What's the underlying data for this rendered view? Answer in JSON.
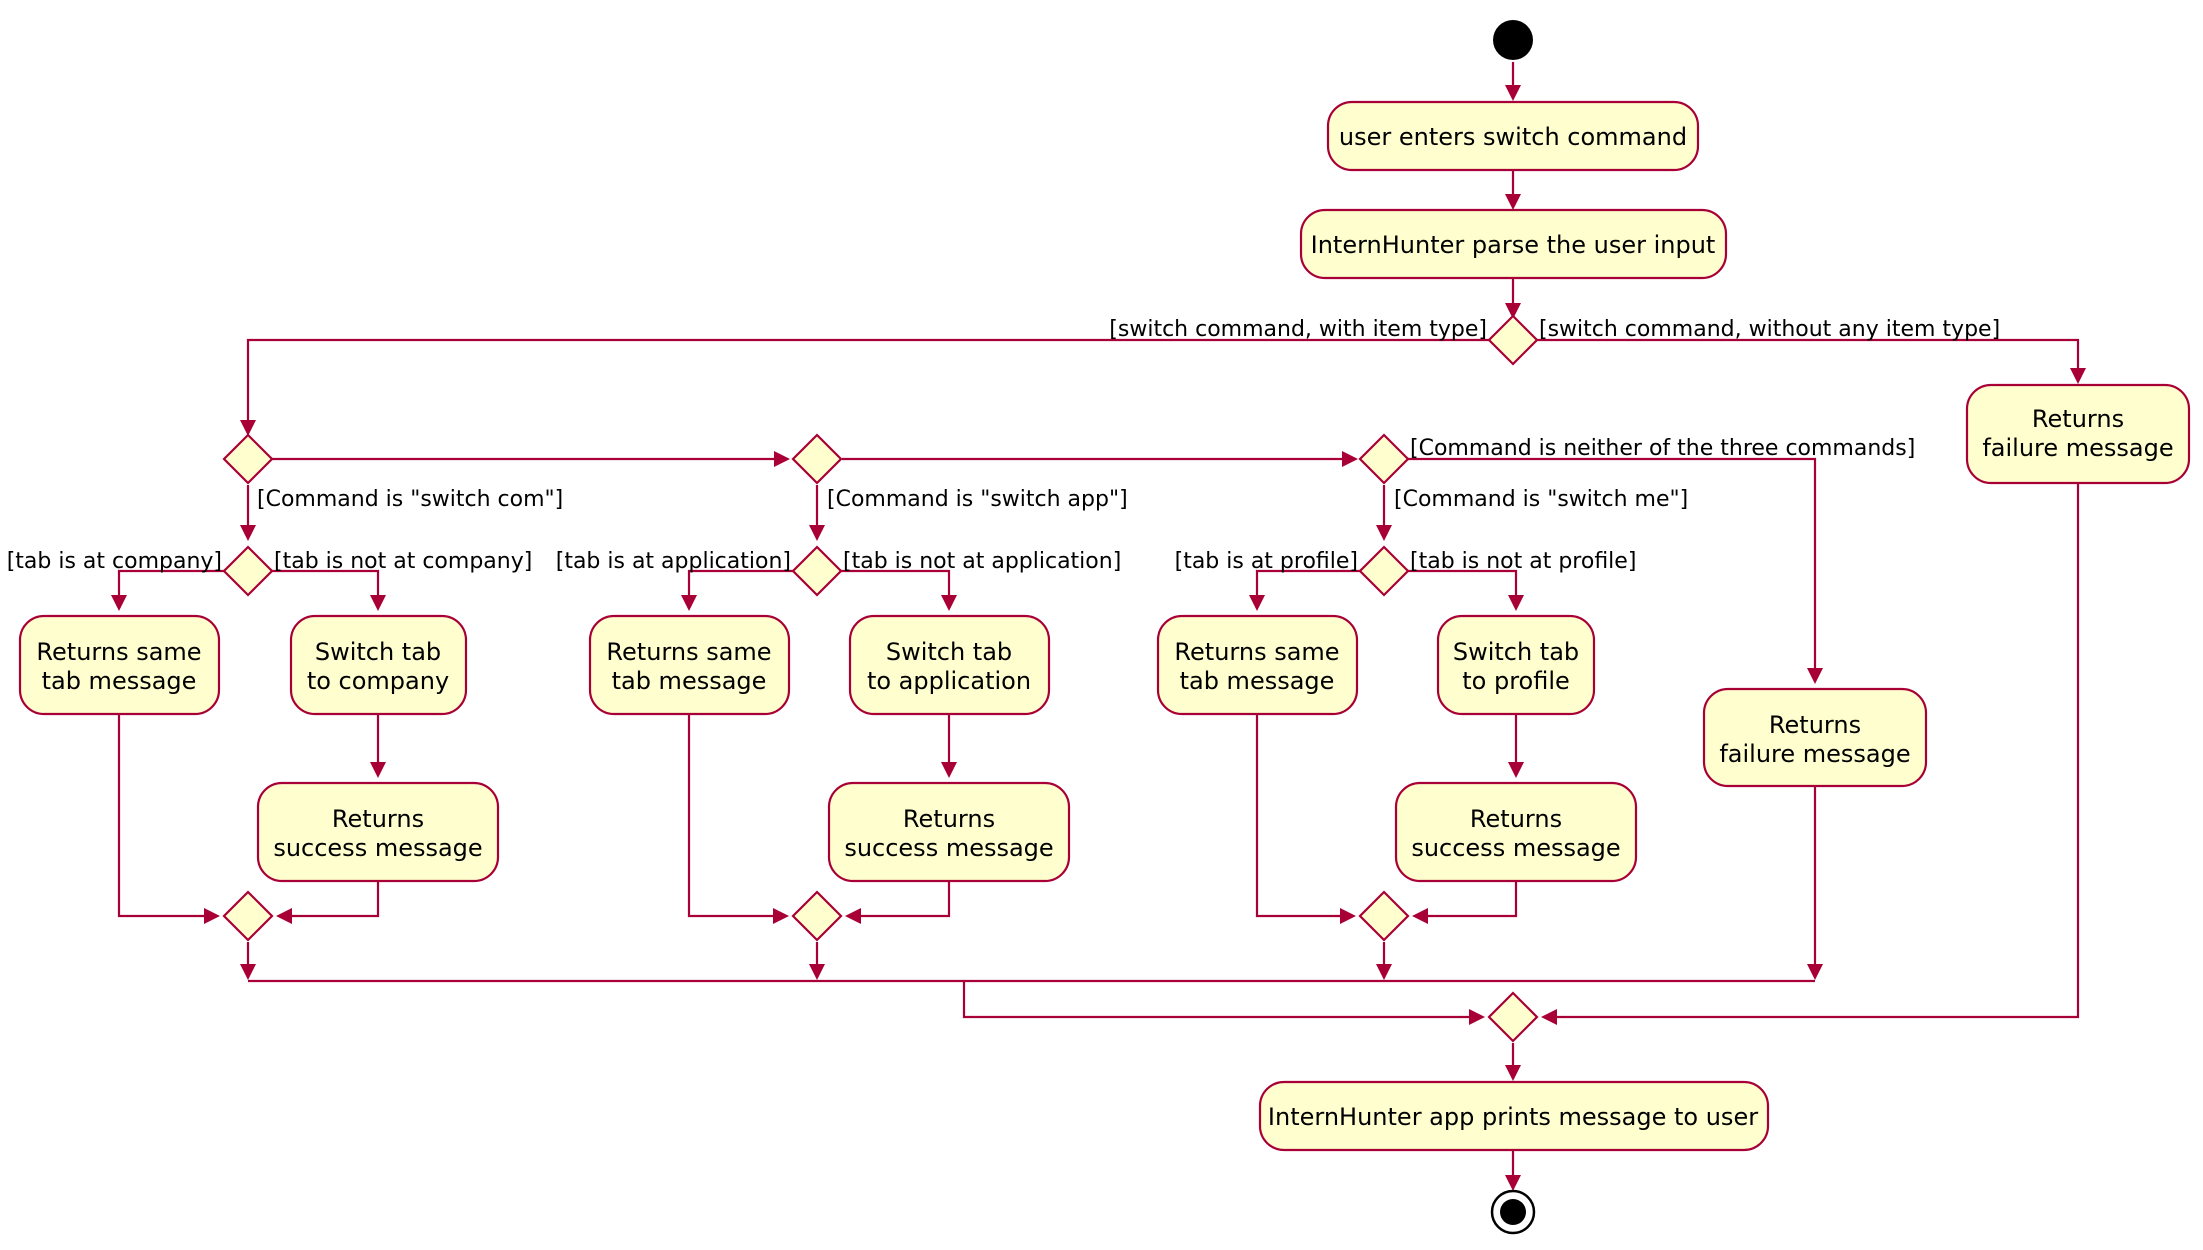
{
  "colors": {
    "line": "#A80036",
    "node_fill": "#FEFECE",
    "start_end": "#000000"
  },
  "nodes": {
    "enter_command": "user enters switch command",
    "parse_input": "InternHunter parse the user input",
    "fail_no_type": [
      "Returns",
      "failure message"
    ],
    "com_same_tab": [
      "Returns same",
      "tab message"
    ],
    "com_switch_tab": [
      "Switch tab",
      "to company"
    ],
    "com_success": [
      "Returns",
      "success message"
    ],
    "app_same_tab": [
      "Returns same",
      "tab message"
    ],
    "app_switch_tab": [
      "Switch tab",
      "to application"
    ],
    "app_success": [
      "Returns",
      "success message"
    ],
    "me_same_tab": [
      "Returns same",
      "tab message"
    ],
    "me_switch_tab": [
      "Switch tab",
      "to profile"
    ],
    "me_success": [
      "Returns",
      "success message"
    ],
    "fail_neither": [
      "Returns",
      "failure message"
    ],
    "print_message": "InternHunter app prints message to user"
  },
  "guards": {
    "with_item_type": "[switch command, with item type]",
    "without_item_type": "[switch command, without any item type]",
    "is_switch_com": "[Command is \"switch com\"]",
    "is_switch_app": "[Command is \"switch app\"]",
    "is_switch_me": "[Command is \"switch me\"]",
    "neither": "[Command is neither of the three commands]",
    "at_company": "[tab is at company]",
    "not_at_company": "[tab is not at company]",
    "at_application": "[tab is at application]",
    "not_at_application": "[tab is not at application]",
    "at_profile": "[tab is at profile]",
    "not_at_profile": "[tab is not at profile]"
  }
}
